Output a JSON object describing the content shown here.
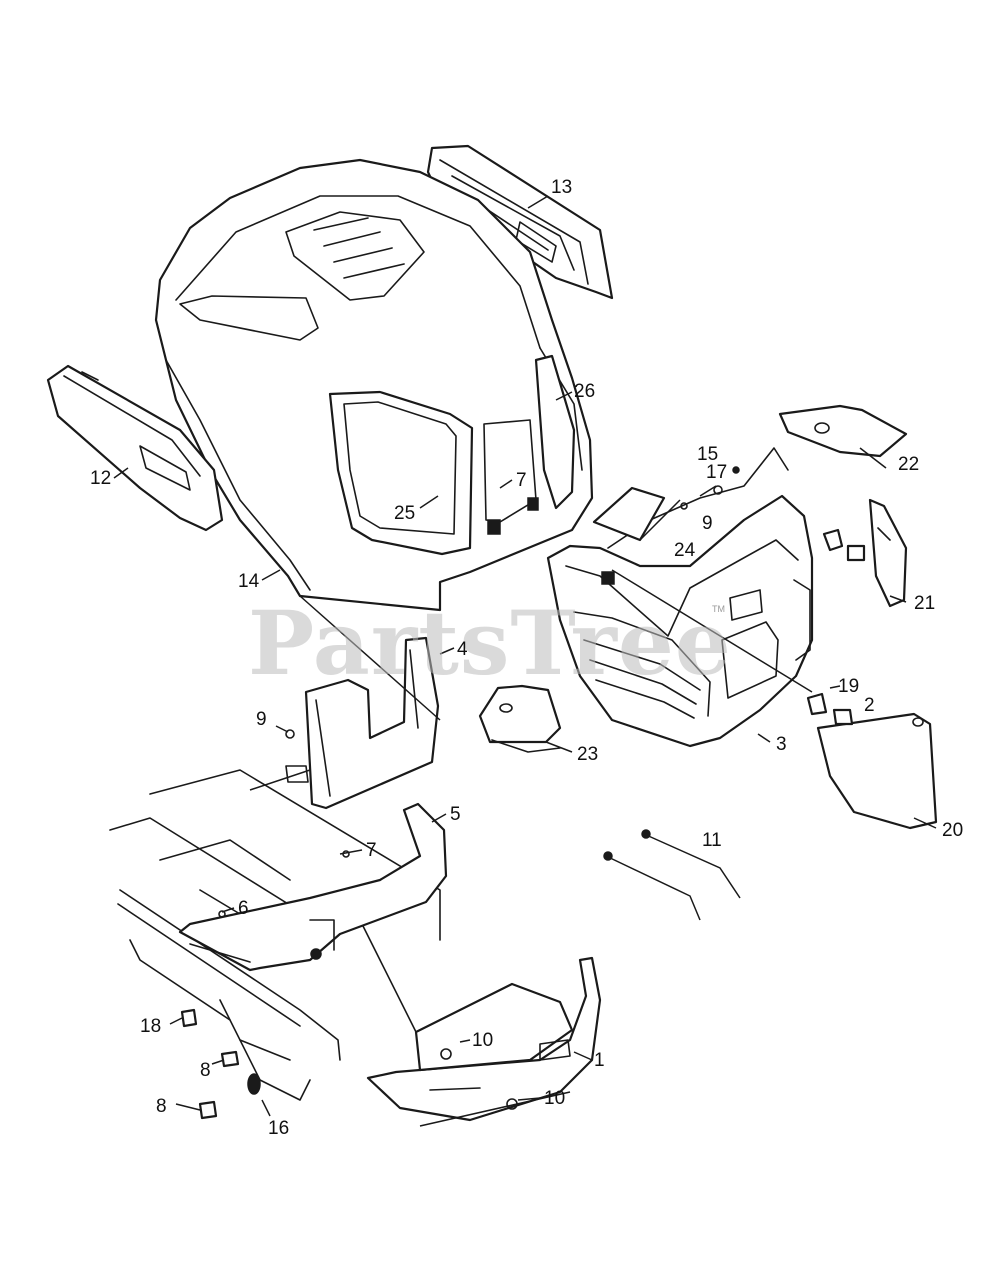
{
  "watermark": {
    "text": "PartsTree",
    "trademark": "TM"
  },
  "callouts": [
    {
      "id": "c13",
      "label": "13"
    },
    {
      "id": "c26",
      "label": "26"
    },
    {
      "id": "c12",
      "label": "12"
    },
    {
      "id": "c7a",
      "label": "7"
    },
    {
      "id": "c25",
      "label": "25"
    },
    {
      "id": "c14",
      "label": "14"
    },
    {
      "id": "c15",
      "label": "15"
    },
    {
      "id": "c17",
      "label": "17"
    },
    {
      "id": "c9a",
      "label": "9"
    },
    {
      "id": "c24",
      "label": "24"
    },
    {
      "id": "c22",
      "label": "22"
    },
    {
      "id": "c21",
      "label": "21"
    },
    {
      "id": "c4",
      "label": "4"
    },
    {
      "id": "c9b",
      "label": "9"
    },
    {
      "id": "c19",
      "label": "19"
    },
    {
      "id": "c2",
      "label": "2"
    },
    {
      "id": "c23",
      "label": "23"
    },
    {
      "id": "c3",
      "label": "3"
    },
    {
      "id": "c20",
      "label": "20"
    },
    {
      "id": "c5",
      "label": "5"
    },
    {
      "id": "c7b",
      "label": "7"
    },
    {
      "id": "c11",
      "label": "11"
    },
    {
      "id": "c6",
      "label": "6"
    },
    {
      "id": "c18",
      "label": "18"
    },
    {
      "id": "c10a",
      "label": "10"
    },
    {
      "id": "c1",
      "label": "1"
    },
    {
      "id": "c8a",
      "label": "8"
    },
    {
      "id": "c8b",
      "label": "8"
    },
    {
      "id": "c16",
      "label": "16"
    },
    {
      "id": "c10b",
      "label": "10"
    }
  ]
}
